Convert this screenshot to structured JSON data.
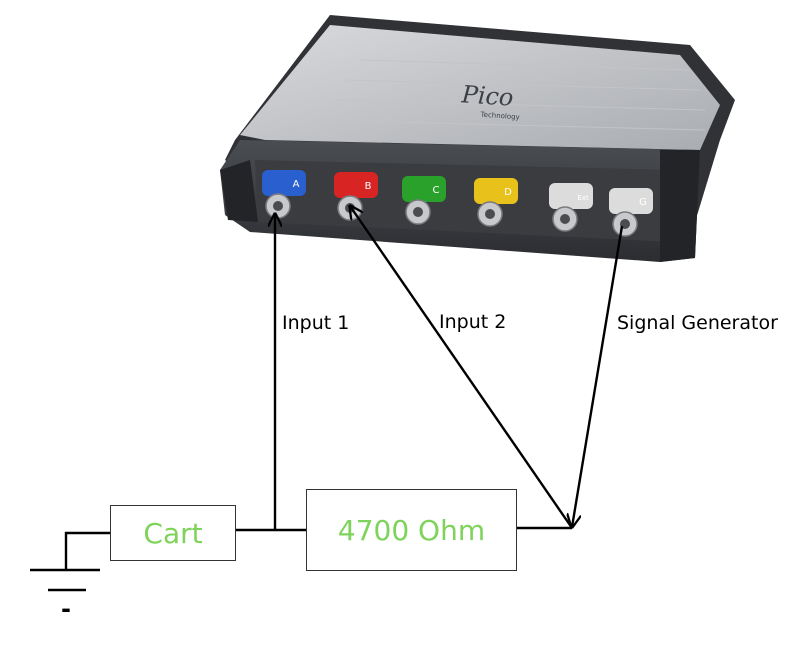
{
  "device": {
    "brand_logo_text": "Pico",
    "brand_subtext": "Technology",
    "channels": [
      {
        "letter": "A",
        "color": "#2a5fd0"
      },
      {
        "letter": "B",
        "color": "#d92424"
      },
      {
        "letter": "C",
        "color": "#2aa12a"
      },
      {
        "letter": "D",
        "color": "#e8c21a"
      },
      {
        "letter": "Ext",
        "color": "#dcdcdc"
      },
      {
        "letter": "G",
        "color": "#dcdcdc"
      }
    ]
  },
  "labels": {
    "input1": "Input 1",
    "input2": "Input 2",
    "signal_generator": "Signal Generator"
  },
  "components": {
    "cart": "Cart",
    "resistor": "4700 Ohm",
    "component_text_color": "#7ed35a"
  },
  "ground_symbol_minus": "-"
}
